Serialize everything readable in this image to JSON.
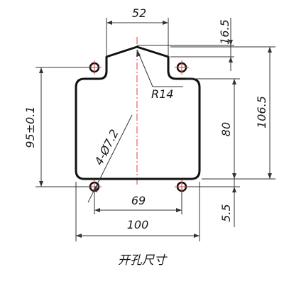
{
  "drawing": {
    "caption": "开孔尺寸",
    "dimensions": {
      "top_width": "52",
      "top_offset": "16.5",
      "radius": "R14",
      "total_height": "106.5",
      "side_height": "80",
      "left_height": "95±0.1",
      "hole_spec": "4-Ø7.2",
      "hole_spacing": "69",
      "bottom_width": "100",
      "bottom_offset": "5.5"
    }
  }
}
